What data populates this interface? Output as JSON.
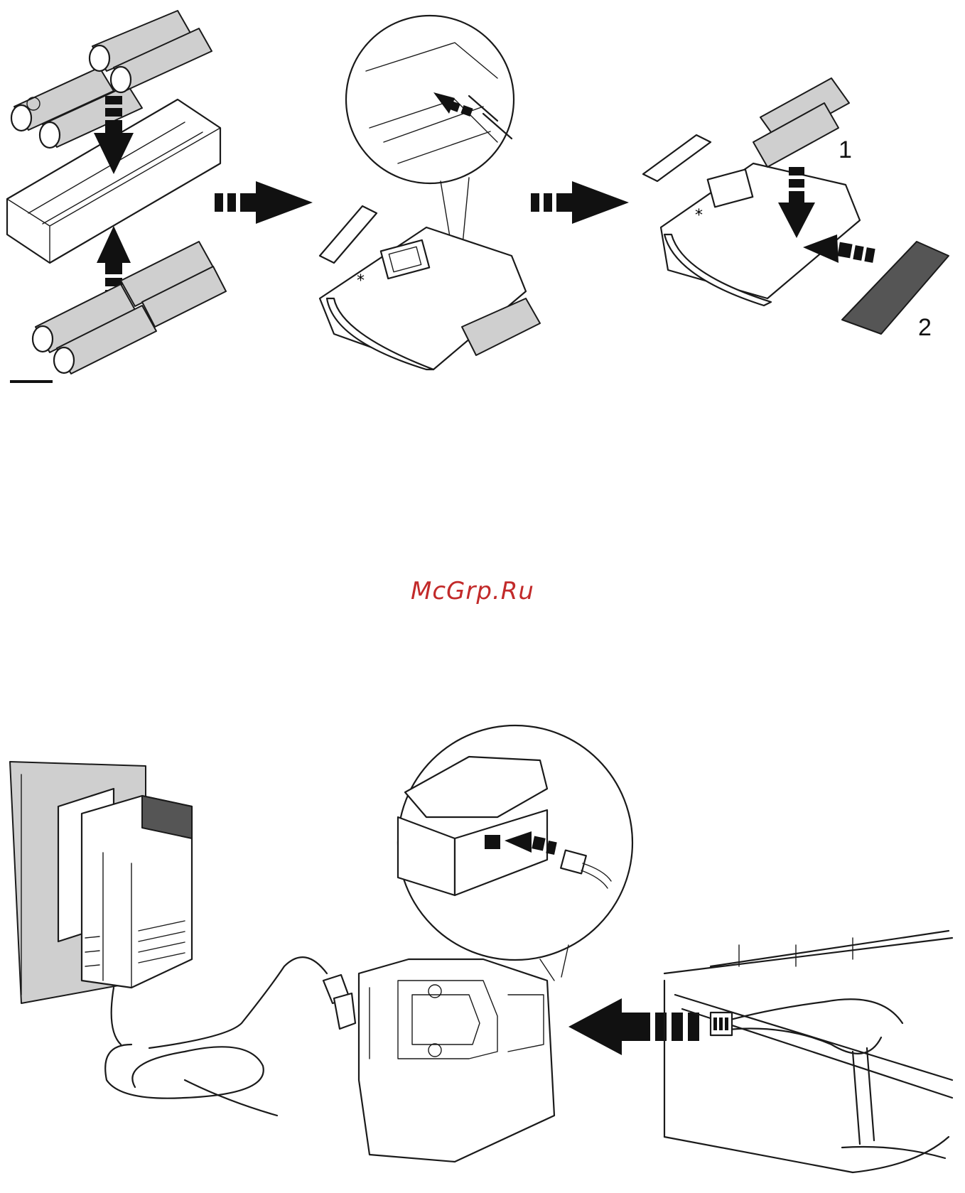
{
  "watermark": "McGrp.Ru",
  "step_labels": {
    "one": "1",
    "two": "2"
  },
  "icons": [
    "battery-icon",
    "arrow-right-icon",
    "arrow-down-icon",
    "arrow-up-icon",
    "arrow-left-icon",
    "connector-plug-icon",
    "power-adapter-icon"
  ],
  "colors": {
    "ink": "#1a1a1a",
    "watermark": "#c22a2a",
    "background": "#ffffff"
  }
}
